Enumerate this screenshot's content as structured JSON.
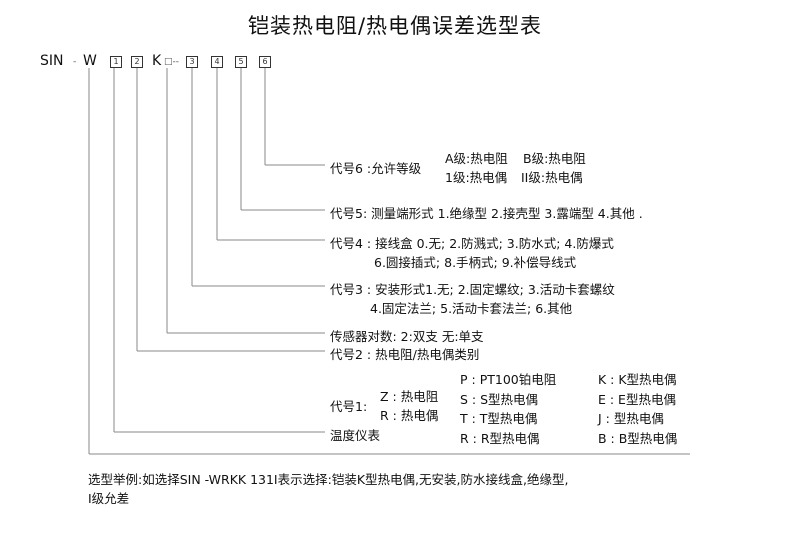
{
  "title": "铠装热电阻/热电偶误差选型表",
  "code": {
    "prefix": "SIN",
    "sep": "-",
    "w": "W",
    "k": "K",
    "k_suffix": "□--",
    "boxes": [
      "1",
      "2",
      "3",
      "4",
      "5",
      "6"
    ]
  },
  "sections": {
    "c6": {
      "label": "代号6 :允许等级",
      "opts": [
        "A级:热电阻",
        "B级:热电阻",
        "1级:热电偶",
        "II级:热电偶"
      ]
    },
    "c5": {
      "text": "代号5: 测量端形式 1.绝缘型 2.接壳型 3.露端型 4.其他 ."
    },
    "c4": {
      "line1": "代号4 : 接线盒 0.无; 2.防溅式; 3.防水式; 4.防爆式",
      "line2": "6.圆接插式; 8.手柄式; 9.补偿导线式"
    },
    "c3": {
      "line1": "代号3 : 安装形式1.无; 2.固定螺纹; 3.活动卡套螺纹",
      "line2": "4.固定法兰; 5.活动卡套法兰; 6.其他"
    },
    "sensor": {
      "text": "传感器对数: 2:双支 无:单支"
    },
    "c2": {
      "text": "代号2 : 热电阻/热电偶类别"
    },
    "c1": {
      "label": "代号1:",
      "a": [
        "Z : 热电阻",
        "R : 热电偶"
      ],
      "b": [
        "P : PT100铂电阻",
        "S : S型热电偶",
        "T : T型热电偶",
        "R : R型热电偶"
      ],
      "c": [
        "K : K型热电偶",
        "E : E型热电偶",
        "J : 型热电偶",
        "B : B型热电偶"
      ]
    },
    "instrument": {
      "text": "温度仪表"
    }
  },
  "example": {
    "line1": "选型举例:如选择SIN -WRKK 131I表示选择:铠装K型热电偶,无安装,防水接线盒,绝缘型,",
    "line2": "I级允差"
  }
}
